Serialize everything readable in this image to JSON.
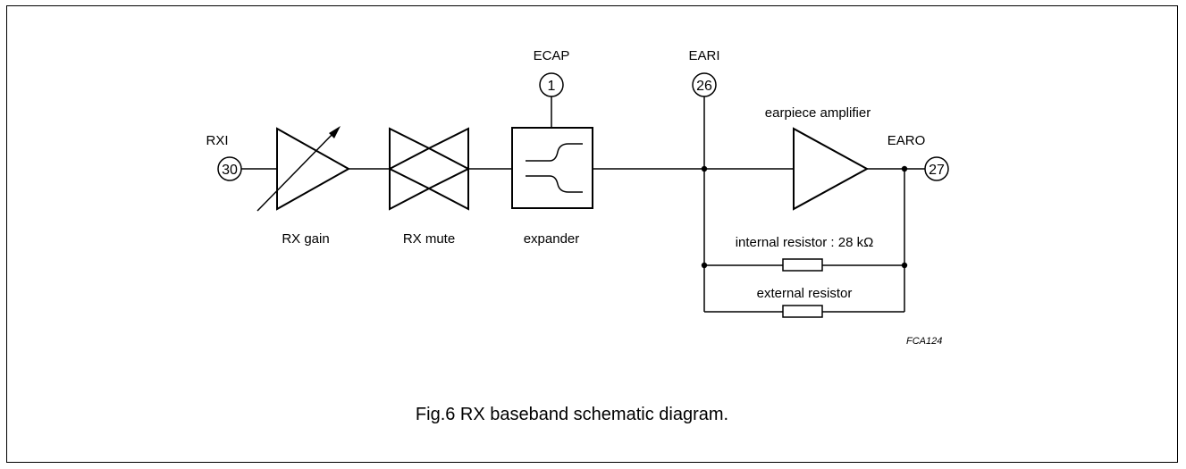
{
  "pins": {
    "rxi": {
      "name": "RXI",
      "number": "30"
    },
    "ecap": {
      "name": "ECAP",
      "number": "1"
    },
    "eari": {
      "name": "EARI",
      "number": "26"
    },
    "earo": {
      "name": "EARO",
      "number": "27"
    }
  },
  "blocks": {
    "rx_gain": "RX gain",
    "rx_mute": "RX mute",
    "expander": "expander",
    "earpiece_amplifier": "earpiece amplifier"
  },
  "resistors": {
    "internal": "internal resistor : 28 kΩ",
    "external": "external resistor"
  },
  "figure_code": "FCA124",
  "caption": "Fig.6  RX baseband schematic diagram."
}
